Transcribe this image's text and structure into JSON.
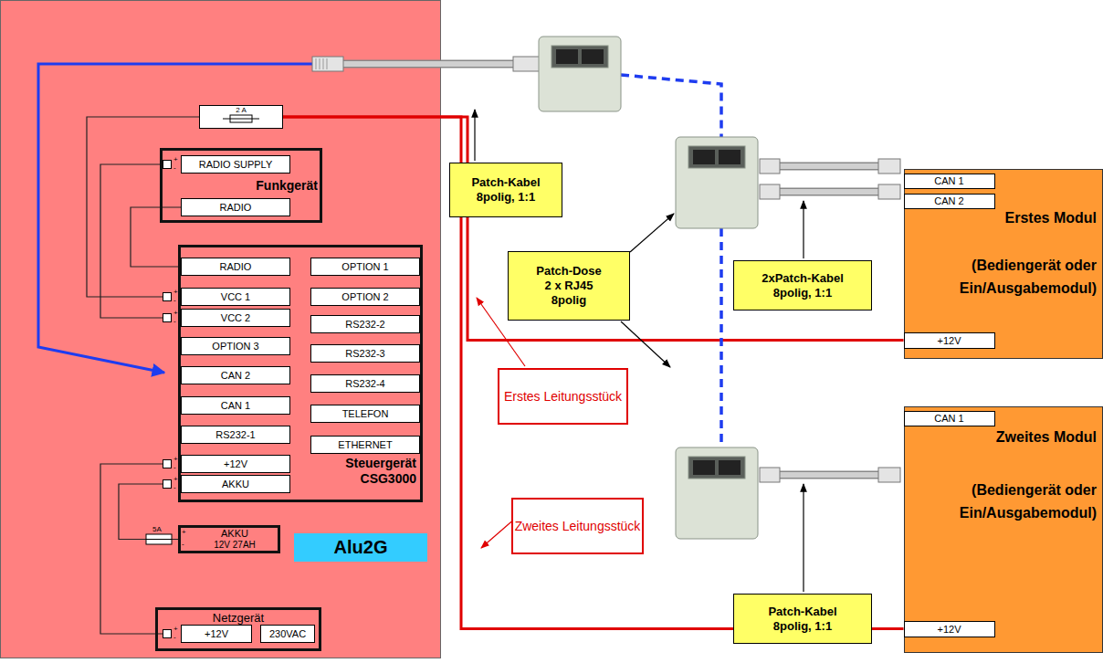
{
  "diagram": {
    "nodes": [
      {
        "text": [
          "2 A"
        ]
      },
      {
        "text": [
          "Funkgerät"
        ]
      },
      {
        "text": [
          "RADIO SUPPLY"
        ],
        "in": 1
      },
      {
        "text": [
          "RADIO"
        ],
        "in": 1
      },
      {
        "text": [
          "Steuergerät CSG3000"
        ]
      },
      {
        "text": [
          "RADIO"
        ],
        "in": 4
      },
      {
        "text": [
          "OPTION 1"
        ],
        "in": 4
      },
      {
        "text": [
          "VCC 1"
        ],
        "in": 4
      },
      {
        "text": [
          "OPTION 2"
        ],
        "in": 4
      },
      {
        "text": [
          "VCC 2"
        ],
        "in": 4
      },
      {
        "text": [
          "RS232-2"
        ],
        "in": 4
      },
      {
        "text": [
          "OPTION 3"
        ],
        "in": 4
      },
      {
        "text": [
          "RS232-3"
        ],
        "in": 4
      },
      {
        "text": [
          "CAN 2"
        ],
        "in": 4
      },
      {
        "text": [
          "RS232-4"
        ],
        "in": 4
      },
      {
        "text": [
          "CAN 1"
        ],
        "in": 4
      },
      {
        "text": [
          "TELEFON"
        ],
        "in": 4
      },
      {
        "text": [
          "RS232-1"
        ],
        "in": 4
      },
      {
        "text": [
          "ETHERNET"
        ],
        "in": 4
      },
      {
        "text": [
          "+12V"
        ],
        "in": 4
      },
      {
        "text": [
          "AKKU"
        ],
        "in": 4
      },
      {
        "text": [
          "AKKU",
          "12V 27AH"
        ]
      },
      {
        "text": [
          "Alu2G"
        ]
      },
      {
        "text": [
          "Netzgerät"
        ]
      },
      {
        "text": [
          "+12V"
        ],
        "in": 23
      },
      {
        "text": [
          "230VAC"
        ],
        "in": 23
      },
      {
        "text": [
          "Patch-Kabel",
          "8polig, 1:1"
        ]
      },
      {
        "text": [
          "Patch-Dose",
          "2 x RJ45",
          "8polig"
        ]
      },
      {
        "text": [
          "2xPatch-Kabel",
          "8polig, 1:1"
        ]
      },
      {
        "text": [
          "Erstes Leitungsstück"
        ]
      },
      {
        "text": [
          "Zweites Leitungsstück"
        ]
      },
      {
        "text": [
          "Patch-Kabel",
          "8polig, 1:1"
        ]
      },
      {
        "text": [
          "Erstes Modul",
          "(Bediengerät oder Ein/Ausgabemodul)"
        ]
      },
      {
        "text": [
          "CAN 1"
        ],
        "in": 32
      },
      {
        "text": [
          "CAN 2"
        ],
        "in": 32
      },
      {
        "text": [
          "+12V"
        ],
        "in": 32
      },
      {
        "text": [
          "Zweites Modul",
          "(Bediengerät oder Ein/Ausgabemodul)"
        ]
      },
      {
        "text": [
          "CAN 1"
        ],
        "in": 36
      },
      {
        "text": [
          "+12V"
        ],
        "in": 36
      }
    ],
    "edges": [
      {
        "from": 0,
        "to": 7,
        "arrow": "none"
      },
      {
        "from": 2,
        "to": 9,
        "arrow": "none"
      },
      {
        "from": 3,
        "to": 5,
        "arrow": "none"
      },
      {
        "from": 19,
        "to": 24,
        "arrow": "none"
      },
      {
        "from": 20,
        "to": 21,
        "arrow": "none"
      },
      {
        "from": 0,
        "to": 35,
        "arrow": "none"
      },
      {
        "from": 0,
        "to": 38,
        "arrow": "none"
      }
    ],
    "labels": [
      "+",
      "-",
      "+",
      "-",
      "+",
      "-",
      "+",
      "-",
      "+",
      "-",
      "+",
      "-",
      "5A",
      "+",
      "-"
    ]
  }
}
